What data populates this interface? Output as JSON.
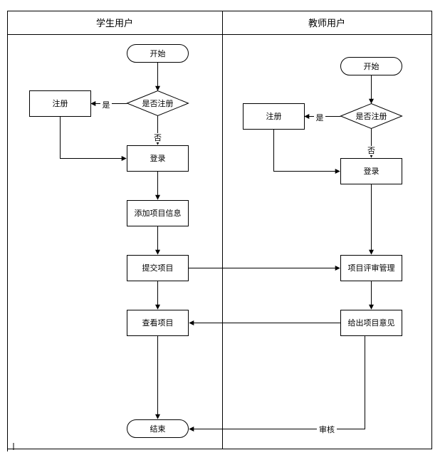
{
  "lanes": {
    "student": {
      "title": "学生用户"
    },
    "teacher": {
      "title": "教师用户"
    }
  },
  "nodes": {
    "s_start": "开始",
    "s_is_registered": "是否注册",
    "s_register": "注册",
    "s_login": "登录",
    "s_add_info": "添加项目信息",
    "s_submit": "提交项目",
    "s_view": "查看项目",
    "s_end": "结束",
    "t_start": "开始",
    "t_is_registered": "是否注册",
    "t_register": "注册",
    "t_login": "登录",
    "t_review": "项目评审管理",
    "t_feedback": "给出项目意见"
  },
  "edges": {
    "s_yes": "是",
    "s_no": "否",
    "t_yes": "是",
    "t_no": "否",
    "audit": "审核"
  }
}
